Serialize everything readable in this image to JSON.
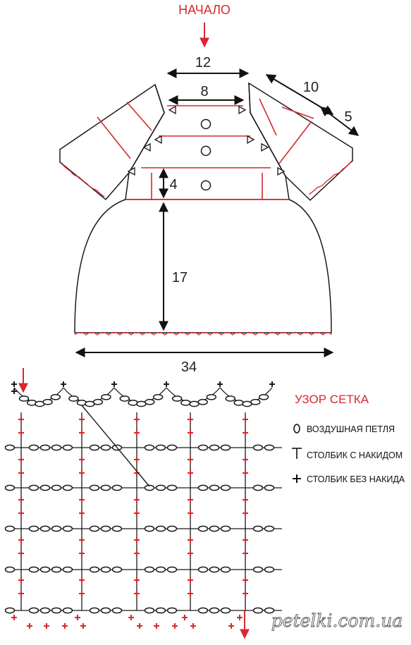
{
  "top_label": "НАЧАЛО",
  "dimensions": {
    "neck_top": "12",
    "neck_inner": "8",
    "shoulder_sleeve": "10",
    "sleeve_edge": "5",
    "yoke_height": "4",
    "skirt_height": "17",
    "hem_width": "34"
  },
  "pattern_title": "УЗОР СЕТКА",
  "legend": [
    {
      "symbol": "O",
      "text": "ВОЗДУШНАЯ ПЕТЛЯ"
    },
    {
      "symbol": "T",
      "text": "СТОЛБИК С НАКИДОМ"
    },
    {
      "symbol": "+",
      "text": "СТОЛБИК БЕЗ НАКИДА"
    }
  ],
  "watermark": "petelki.com.ua",
  "colors": {
    "accent": "#d7282f",
    "line": "#1a1a1a"
  }
}
